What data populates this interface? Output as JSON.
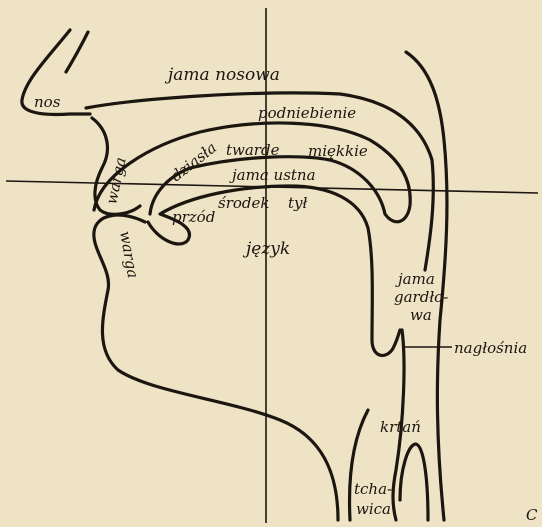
{
  "labels": {
    "nos": "nos",
    "jama_nosowa": "jama nosowa",
    "podniebienie": "podniebienie",
    "twarde": "twarde",
    "miekkie": "miękkie",
    "dziasla": "dziąsła",
    "warga_gorna": "warga",
    "warga_dolna": "warga",
    "jama_ustna": "jama ustna",
    "przod": "przód",
    "srodek": "środek",
    "tyl": "tył",
    "jezyk": "język",
    "jama_gardlowa_1": "jama",
    "jama_gardlowa_2": "gardło-",
    "jama_gardlowa_3": "wa",
    "naglosnia": "nagłośnia",
    "krtan": "krtań",
    "tchawica_1": "tcha-",
    "tchawica_2": "wica",
    "corner_mark": "C"
  }
}
